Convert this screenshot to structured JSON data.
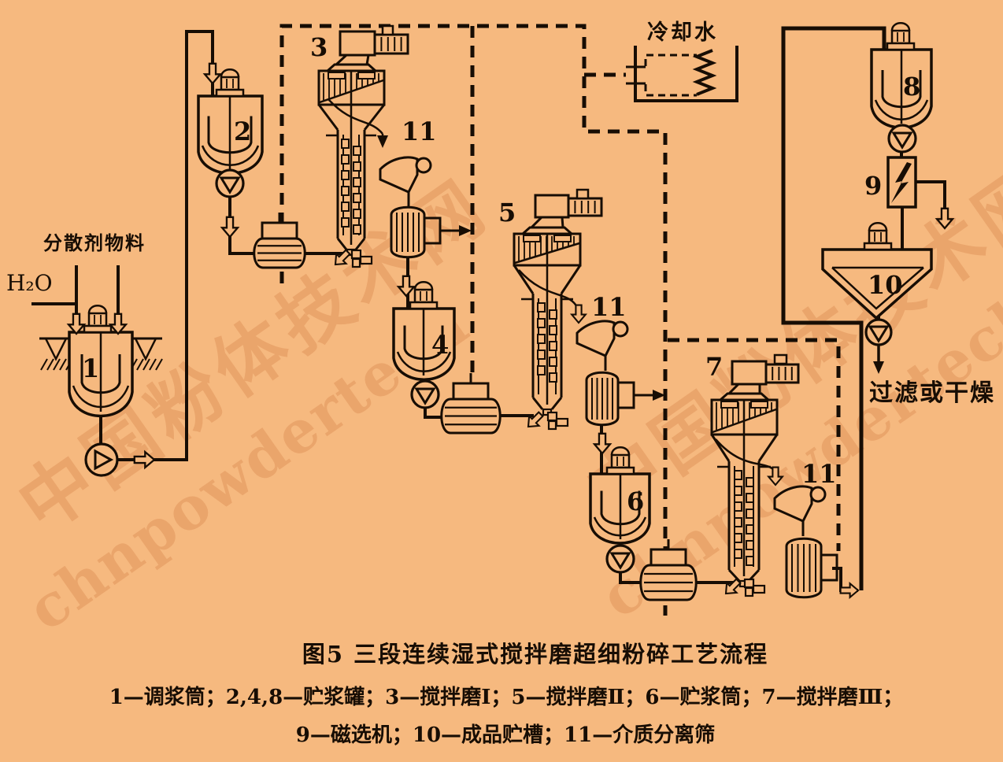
{
  "figure": {
    "title": "图5 三段连续湿式搅拌磨超细粉碎工艺流程",
    "legend_line1": "1—调浆筒；2,4,8—贮浆罐；3—搅拌磨Ⅰ；5—搅拌磨Ⅱ；6—贮浆筒；7—搅拌磨Ⅲ；",
    "legend_line2": "9—磁选机；10—成品贮槽；11—介质分离筛",
    "legend_items": [
      {
        "num": "1",
        "name": "调浆筒"
      },
      {
        "num": "2,4,8",
        "name": "贮浆罐"
      },
      {
        "num": "3",
        "name": "搅拌磨Ⅰ"
      },
      {
        "num": "5",
        "name": "搅拌磨Ⅱ"
      },
      {
        "num": "6",
        "name": "贮浆筒"
      },
      {
        "num": "7",
        "name": "搅拌磨Ⅲ"
      },
      {
        "num": "9",
        "name": "磁选机"
      },
      {
        "num": "10",
        "name": "成品贮槽"
      },
      {
        "num": "11",
        "name": "介质分离筛"
      }
    ]
  },
  "annotations": {
    "water": "H₂O",
    "feed": "分散剂物料",
    "cooling_water": "冷却水",
    "output": "过滤或干燥"
  },
  "equipment": {
    "n1": {
      "num": "1"
    },
    "n2": {
      "num": "2"
    },
    "n3": {
      "num": "3"
    },
    "n4": {
      "num": "4"
    },
    "n5": {
      "num": "5"
    },
    "n6": {
      "num": "6"
    },
    "n7": {
      "num": "7"
    },
    "n8": {
      "num": "8"
    },
    "n9": {
      "num": "9"
    },
    "n10": {
      "num": "10"
    },
    "n11": {
      "num": "11"
    }
  },
  "watermark": {
    "cn": "中国粉体技术网",
    "en": "chnpowdertech"
  },
  "colors": {
    "background": "#f6b97f",
    "ink": "#170d04",
    "watermark": "#e0935a"
  }
}
